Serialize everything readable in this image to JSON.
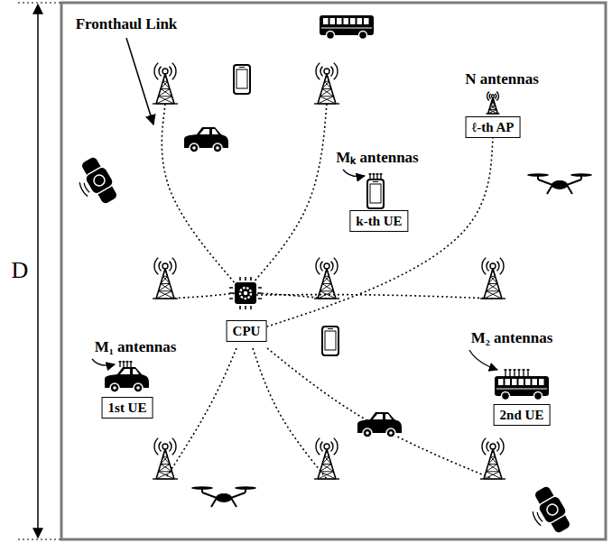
{
  "diagram": {
    "nodes": [
      {
        "text": [
          "ℓ-th AP"
        ]
      },
      {
        "text": [
          "k-th UE"
        ]
      },
      {
        "text": [
          "CPU"
        ]
      },
      {
        "text": [
          "1st UE"
        ]
      },
      {
        "text": [
          "2nd UE"
        ]
      }
    ],
    "edges": [
      {
        "from": 2,
        "to": 0,
        "arrow": "none"
      }
    ],
    "labels": [
      "Fronthaul Link",
      "N antennas",
      "Mₖ antennas",
      "D",
      "M₁ antennas",
      "M₂ antennas"
    ]
  }
}
